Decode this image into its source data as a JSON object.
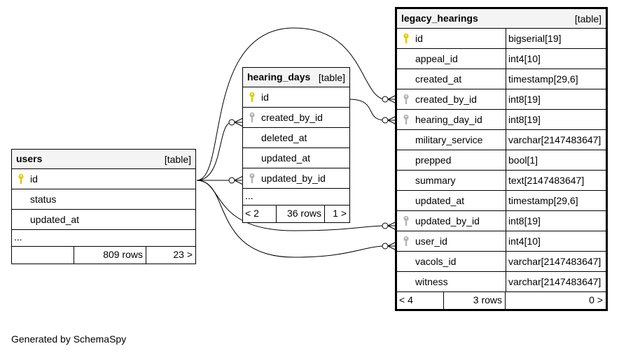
{
  "tables": {
    "users": {
      "name": "users",
      "kind": "[table]",
      "columns": [
        {
          "name": "id",
          "key": "primary"
        },
        {
          "name": "status",
          "key": "none"
        },
        {
          "name": "updated_at",
          "key": "none"
        }
      ],
      "ellipsis": "...",
      "footer": {
        "left": "",
        "rows": "809 rows",
        "right": "23 >"
      }
    },
    "hearing_days": {
      "name": "hearing_days",
      "kind": "[table]",
      "columns": [
        {
          "name": "id",
          "key": "primary"
        },
        {
          "name": "created_by_id",
          "key": "foreign"
        },
        {
          "name": "deleted_at",
          "key": "none"
        },
        {
          "name": "updated_at",
          "key": "none"
        },
        {
          "name": "updated_by_id",
          "key": "foreign"
        }
      ],
      "ellipsis": "...",
      "footer": {
        "left": "< 2",
        "rows": "36 rows",
        "right": "1 >"
      }
    },
    "legacy_hearings": {
      "name": "legacy_hearings",
      "kind": "[table]",
      "columns": [
        {
          "name": "id",
          "type": "bigserial[19]",
          "key": "primary"
        },
        {
          "name": "appeal_id",
          "type": "int4[10]",
          "key": "none"
        },
        {
          "name": "created_at",
          "type": "timestamp[29,6]",
          "key": "none"
        },
        {
          "name": "created_by_id",
          "type": "int8[19]",
          "key": "foreign"
        },
        {
          "name": "hearing_day_id",
          "type": "int8[19]",
          "key": "foreign"
        },
        {
          "name": "military_service",
          "type": "varchar[2147483647]",
          "key": "none"
        },
        {
          "name": "prepped",
          "type": "bool[1]",
          "key": "none"
        },
        {
          "name": "summary",
          "type": "text[2147483647]",
          "key": "none"
        },
        {
          "name": "updated_at",
          "type": "timestamp[29,6]",
          "key": "none"
        },
        {
          "name": "updated_by_id",
          "type": "int8[19]",
          "key": "foreign"
        },
        {
          "name": "user_id",
          "type": "int4[10]",
          "key": "foreign"
        },
        {
          "name": "vacols_id",
          "type": "varchar[2147483647]",
          "key": "none"
        },
        {
          "name": "witness",
          "type": "varchar[2147483647]",
          "key": "none"
        }
      ],
      "footer": {
        "left": "< 4",
        "rows": "3 rows",
        "right": "0 >"
      }
    }
  },
  "generated_by": "Generated by SchemaSpy",
  "colors": {
    "header_bg": "#f4f4f4",
    "primary_key_icon": "#e6c800",
    "foreign_key_icon": "#b4b4b4",
    "line": "#000000"
  }
}
